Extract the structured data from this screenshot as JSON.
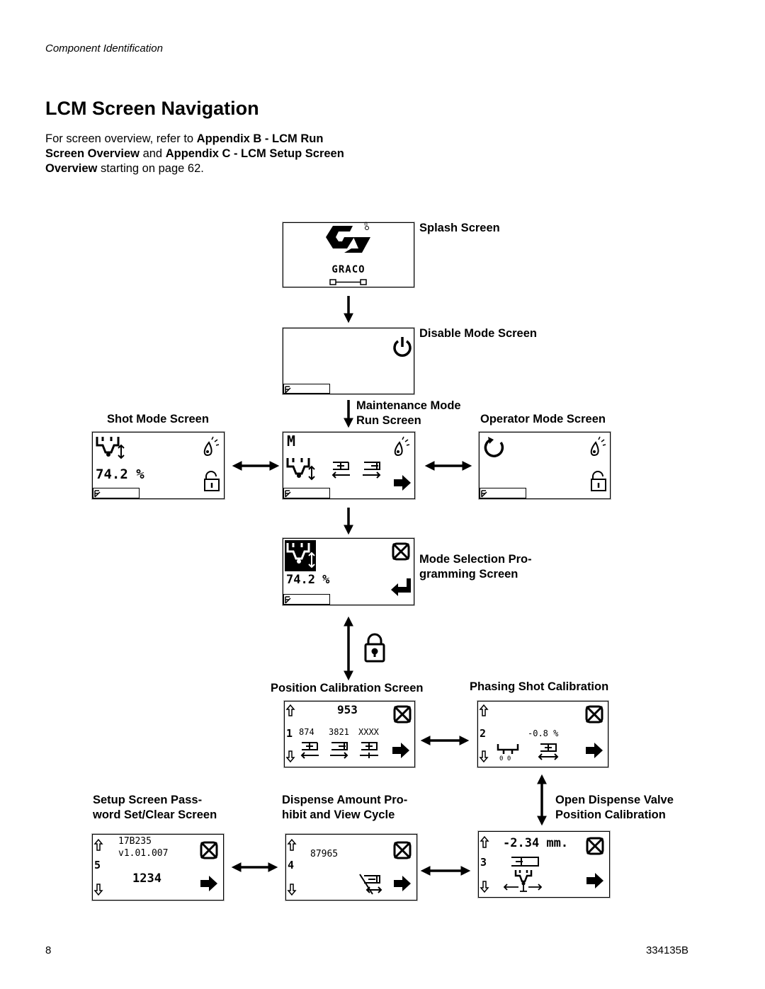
{
  "page": {
    "section_header": "Component Identification",
    "title": "LCM Screen Navigation",
    "intro": {
      "p1": "For screen overview, refer to ",
      "b1": "Appendix B - LCM Run Screen Overview",
      "p2": " and ",
      "b2": "Appendix C - LCM Setup Screen Overview",
      "p3": " starting on page 62."
    },
    "page_number": "8",
    "doc_number": "334135B"
  },
  "labels": {
    "splash": "Splash Screen",
    "disable": "Disable Mode Screen",
    "shot_mode": "Shot Mode Screen",
    "maint_line1": "Maintenance Mode",
    "maint_line2": "Run Screen",
    "operator": "Operator Mode Screen",
    "mode_sel_line1": "Mode Selection Pro-",
    "mode_sel_line2": "gramming Screen",
    "pos_cal": "Position Calibration Screen",
    "phasing": "Phasing Shot Calibration",
    "setup_line1": "Setup Screen Pass-",
    "setup_line2": "word Set/Clear Screen",
    "dispense_line1": "Dispense Amount Pro-",
    "dispense_line2": "hibit and View Cycle",
    "open_valve_line1": "Open Dispense Valve",
    "open_valve_line2": "Position Calibration"
  },
  "screens": {
    "splash": {
      "logo_text": "GRACO",
      "registered": "®"
    },
    "shot_mode": {
      "percent": "74.2 %"
    },
    "maintenance": {
      "mode_letter": "M"
    },
    "mode_selection": {
      "percent": "74.2 %"
    },
    "position_cal": {
      "top_value": "953",
      "row_number": "1",
      "values": [
        "874",
        "3821",
        "XXXX"
      ]
    },
    "phasing": {
      "row_number": "2",
      "value": "-0.8 %",
      "sub": "0 0"
    },
    "setup": {
      "line1": "17B235",
      "line2": "v1.01.007",
      "row_number": "5",
      "password": "1234"
    },
    "dispense": {
      "row_number": "4",
      "value": "87965"
    },
    "open_valve": {
      "value": "-2.34 mm.",
      "row_number": "3"
    }
  },
  "icons": [
    "power-icon",
    "lock-icon",
    "unlock-icon",
    "dispense-valve-icon",
    "cancel-icon",
    "enter-icon",
    "right-arrow-icon",
    "cycle-icon",
    "lube-icon",
    "up-arrow-icon",
    "down-arrow-icon",
    "pump-icon",
    "edit-icon"
  ]
}
